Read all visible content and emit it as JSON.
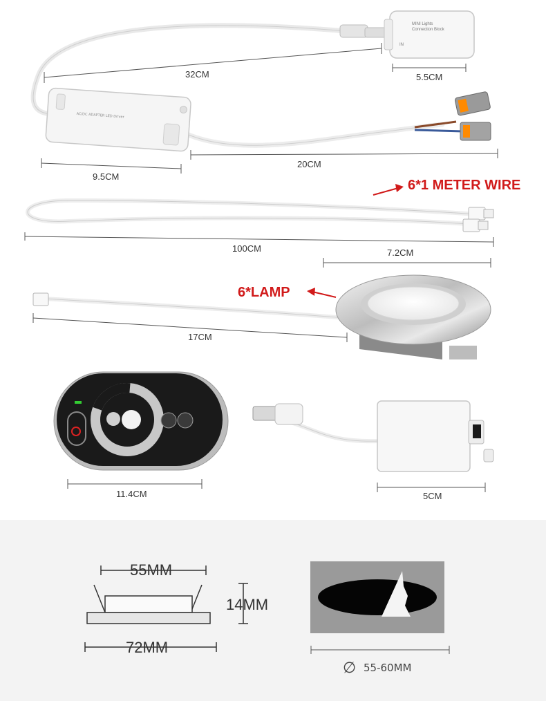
{
  "dimensions": {
    "mini_block_label_1": "MINI Lights",
    "mini_block_label_2": "Connection Block",
    "mini_block_in": "IN",
    "wire_32": "32CM",
    "block_55": "5.5CM",
    "driver_95": "9.5CM",
    "cable_20": "20CM",
    "meter_wire_caption": "6*1 METER WIRE",
    "wire_100": "100CM",
    "plug_72": "7.2CM",
    "lamp_caption": "6*LAMP",
    "lamp_wire_17": "17CM",
    "remote_114": "11.4CM",
    "dimmer_5": "5CM",
    "lamp_outer": "55MM",
    "lamp_height": "14MM",
    "lamp_flange": "72MM",
    "cutout_text": "55-60MM",
    "phi_symbol": "∅"
  },
  "colors": {
    "accent_red": "#d11a1a",
    "bottom_panel": "#f3f3f3",
    "cutout_grey": "#9a9a9a"
  }
}
